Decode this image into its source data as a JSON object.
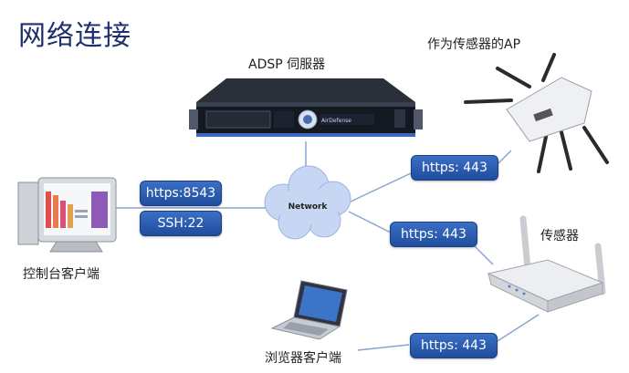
{
  "title": "网络连接",
  "nodes": {
    "server_label": "ADSP 伺服器",
    "server_brand": "AirDefense",
    "network_label": "Network",
    "ap_label": "作为传感器的AP",
    "sensor_label": "传感器",
    "console_label": "控制台客户端",
    "browser_label": "浏览器客户端"
  },
  "links": {
    "console_https": "https:8543",
    "console_ssh": "SSH:22",
    "ap_https": "https: 443",
    "sensor_https": "https: 443",
    "browser_https": "https: 443"
  },
  "colors": {
    "pill": "#2a5bb0",
    "title": "#1f2f6e",
    "cloud": "#c7d6f2"
  }
}
